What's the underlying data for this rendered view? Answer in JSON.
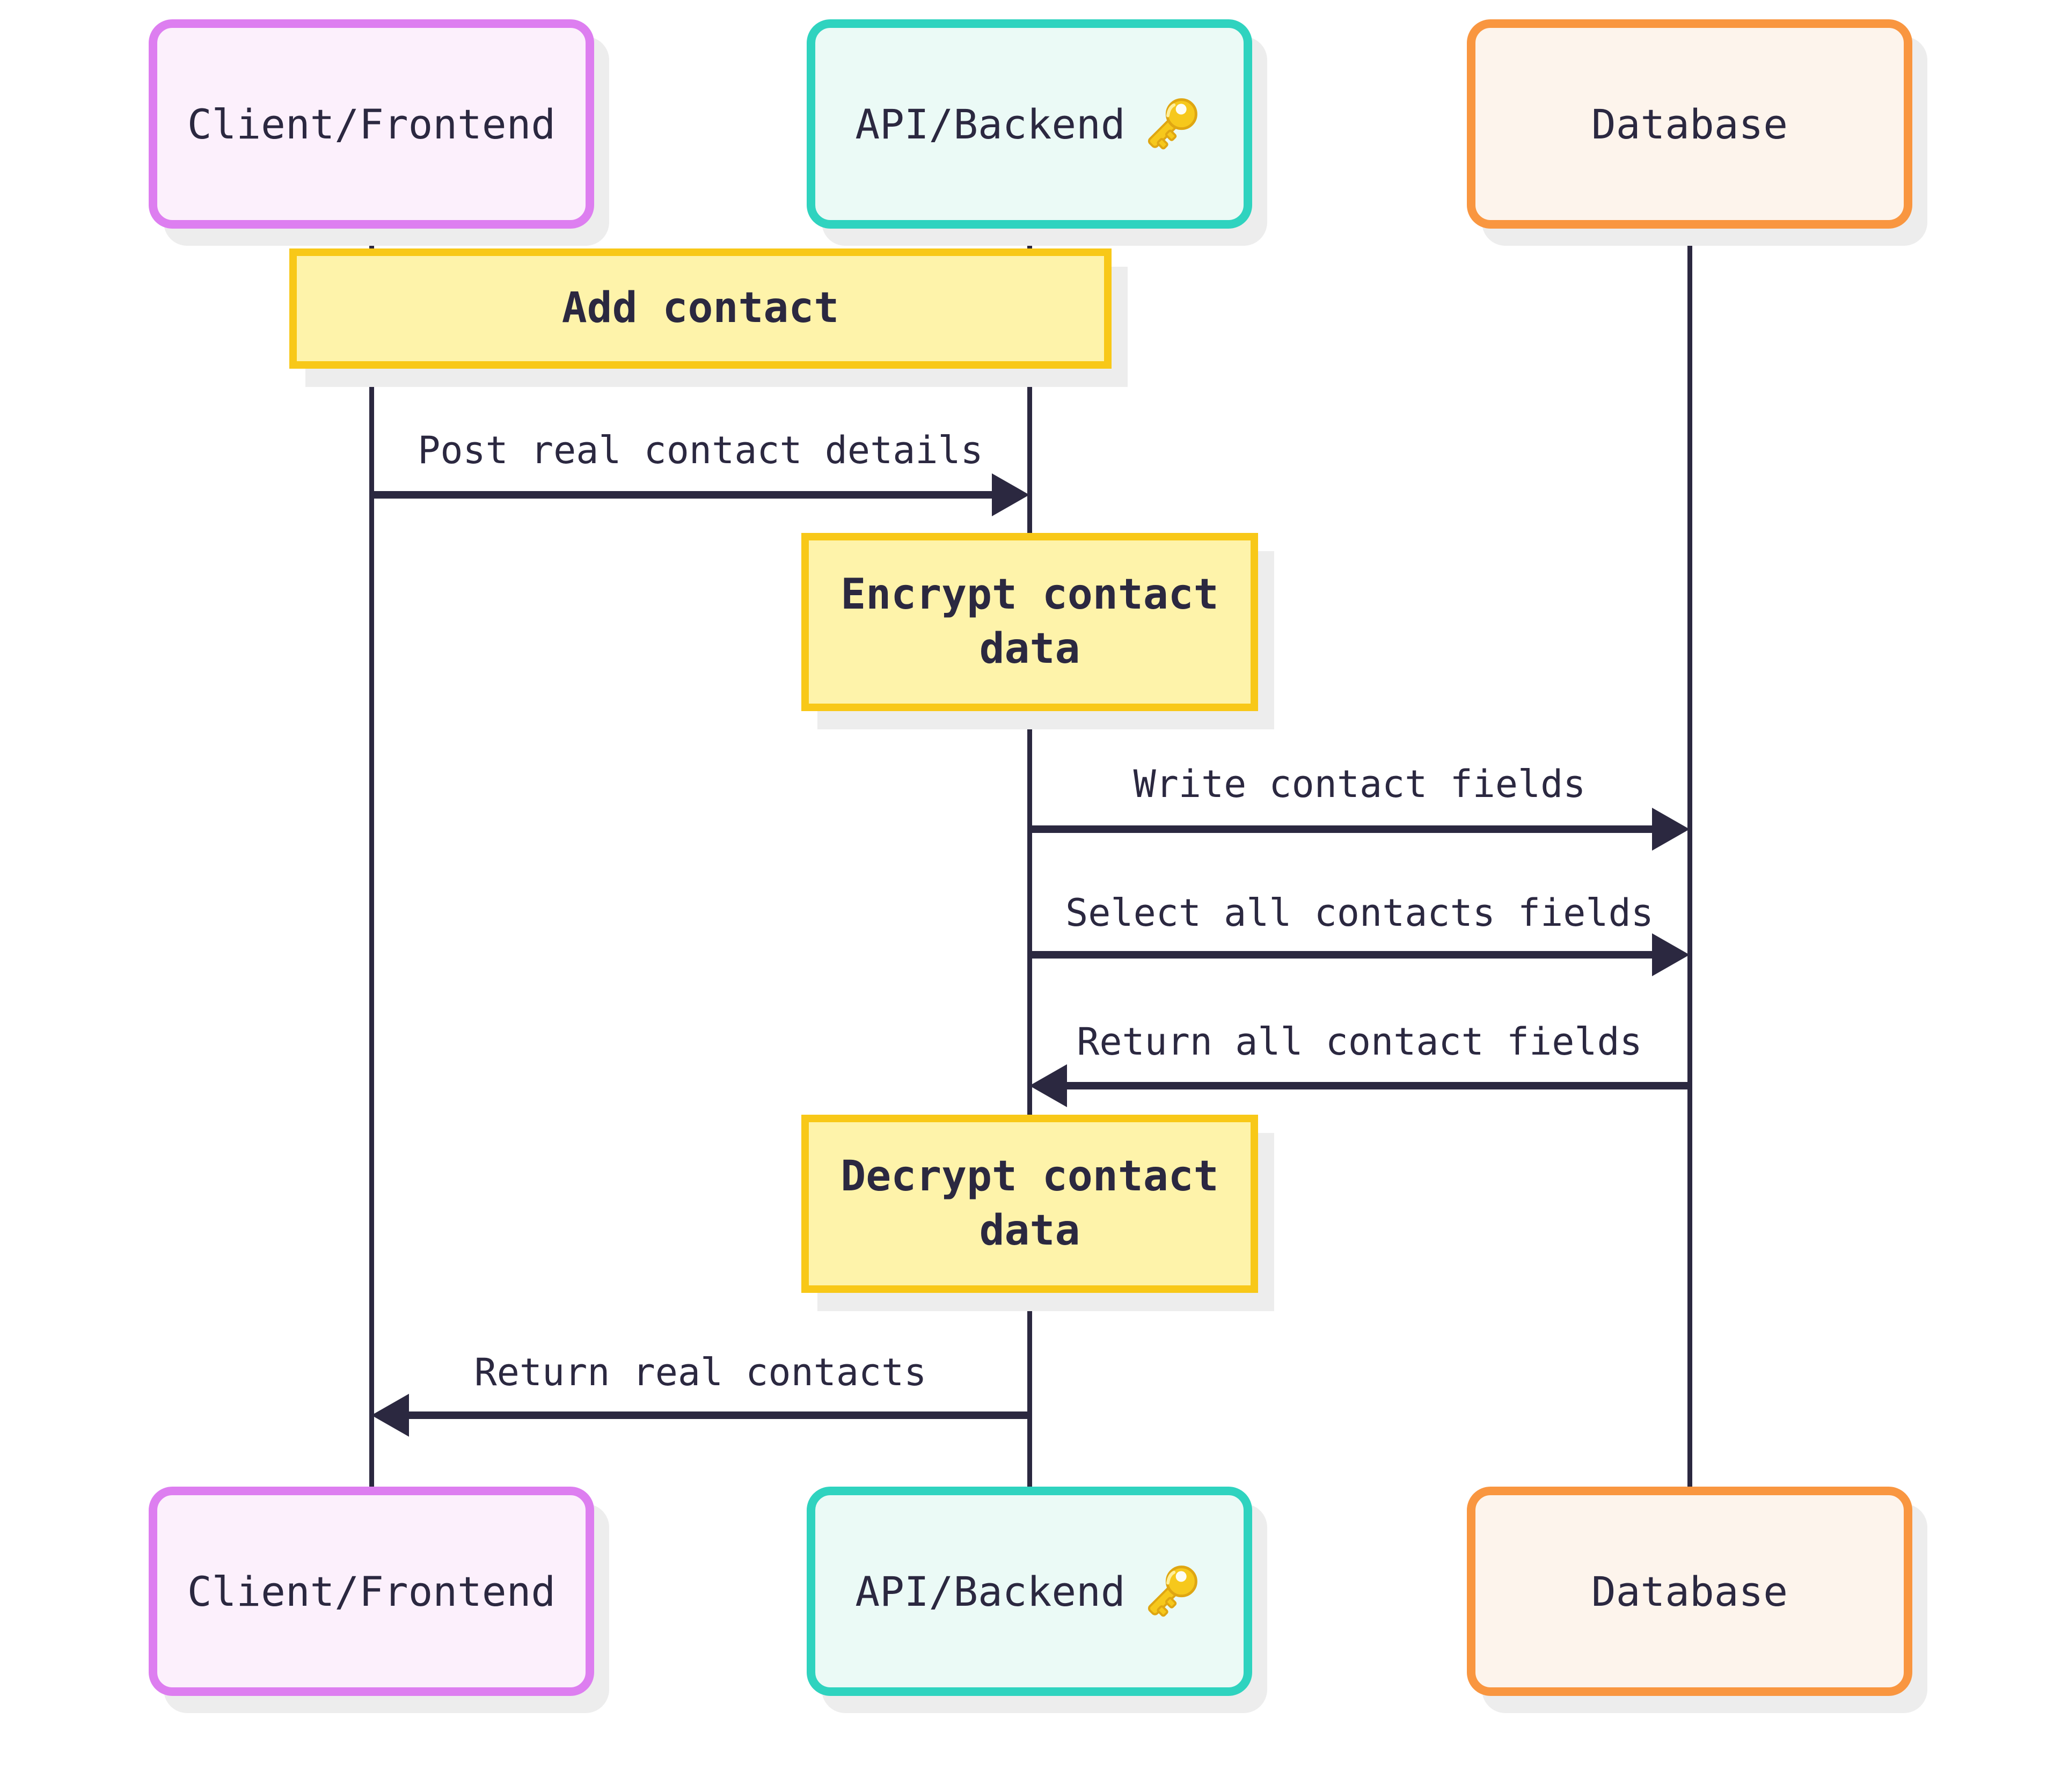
{
  "diagram": {
    "type": "sequence",
    "background": "#FFFFFF",
    "line_color": "#2B2840",
    "text_color": "#2B2840",
    "shadow_color": "#EDEDED",
    "actors": [
      {
        "label": "Client/Frontend",
        "fill": "#FCF0FC",
        "border": "#DD7EF0",
        "icon": null
      },
      {
        "label": "API/Backend",
        "fill": "#EBFAF6",
        "border": "#2FD3BF",
        "icon": "key-icon"
      },
      {
        "label": "Database",
        "fill": "#FDF4EC",
        "border": "#F99640",
        "icon": null
      }
    ],
    "notes": [
      {
        "label": "Add contact",
        "over": "Client/Frontend,API/Backend",
        "fill": "#FEF3AA",
        "border": "#F8C818"
      },
      {
        "label": "Encrypt contact data",
        "over": "API/Backend",
        "fill": "#FEF3AA",
        "border": "#F8C818"
      },
      {
        "label": "Decrypt contact data",
        "over": "API/Backend",
        "fill": "#FEF3AA",
        "border": "#F8C818"
      }
    ],
    "messages": [
      {
        "label": "Post real contact details",
        "from": "Client/Frontend",
        "to": "API/Backend",
        "direction": "right"
      },
      {
        "label": "Write contact fields",
        "from": "API/Backend",
        "to": "Database",
        "direction": "right"
      },
      {
        "label": "Select all contacts fields",
        "from": "API/Backend",
        "to": "Database",
        "direction": "right"
      },
      {
        "label": "Return all contact fields",
        "from": "Database",
        "to": "API/Backend",
        "direction": "left"
      },
      {
        "label": "Return real contacts",
        "from": "API/Backend",
        "to": "Client/Frontend",
        "direction": "left"
      }
    ]
  }
}
